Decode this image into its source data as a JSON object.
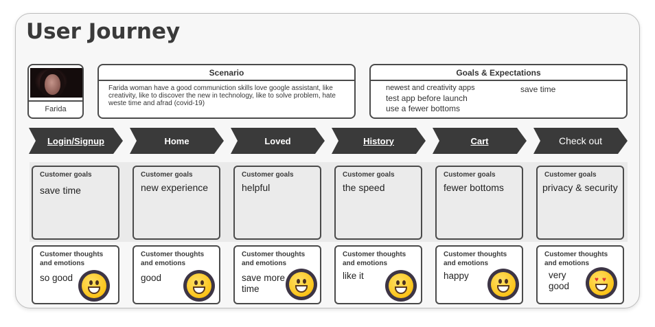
{
  "title": "User Journey",
  "persona": {
    "name": "Farida",
    "photo_alt": "persona photo"
  },
  "scenario": {
    "heading": "Scenario",
    "text": "Farida woman have a good communiction skills love google assistant, like creativity, like to discover the new in technology, like to solve problem, hate weste time and afrad (covid-19)"
  },
  "goals": {
    "heading": "Goals & Expectations",
    "items": [
      "newest and creativity apps",
      "test app before launch",
      "use a fewer bottoms",
      "save time"
    ]
  },
  "stages": [
    {
      "label": "Login/Signup",
      "goal": "save time",
      "thought": "so good",
      "emoji": "grinning-face-icon"
    },
    {
      "label": "Home",
      "goal": "new experience",
      "thought": "good",
      "emoji": "grinning-face-icon"
    },
    {
      "label": "Loved",
      "goal": "helpful",
      "thought": "save more time",
      "emoji": "grinning-face-icon"
    },
    {
      "label": "History",
      "goal": "the speed",
      "thought": "like it",
      "emoji": "grinning-face-icon"
    },
    {
      "label": "Cart",
      "goal": "fewer bottoms",
      "thought": "happy",
      "emoji": "grinning-face-icon"
    },
    {
      "label": "Check out",
      "goal": "privacy & security",
      "thought": "very good",
      "emoji": "heart-eyes-face-icon"
    }
  ],
  "labels": {
    "customer_goals": "Customer goals",
    "customer_thoughts": "Customer thoughts and emotions"
  },
  "colors": {
    "arrow": "#3a3a3a",
    "border": "#4a4a4a",
    "emoji_face": "#fcc419"
  }
}
